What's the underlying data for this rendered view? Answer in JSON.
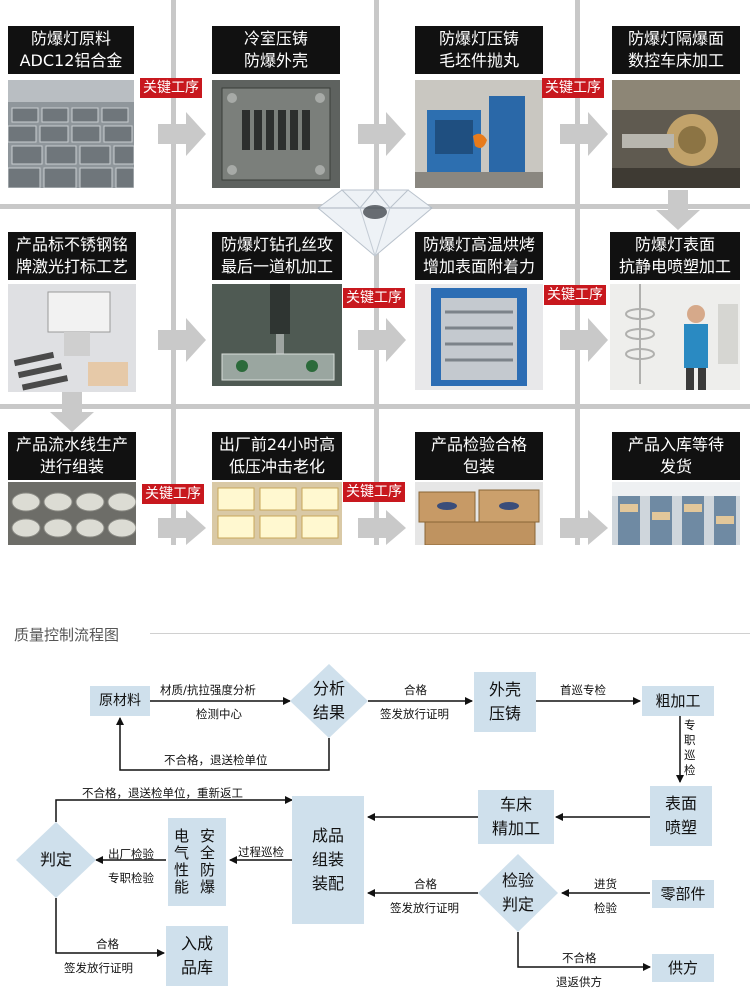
{
  "process": {
    "key_label": "关键工序",
    "steps": [
      {
        "title": "防爆灯原料\nADC12铝合金"
      },
      {
        "title": "冷室压铸\n防爆外壳"
      },
      {
        "title": "防爆灯压铸\n毛坯件抛丸"
      },
      {
        "title": "防爆灯隔爆面\n数控车床加工"
      },
      {
        "title": "产品标不锈钢铭\n牌激光打标工艺"
      },
      {
        "title": "防爆灯钻孔丝攻\n最后一道机加工"
      },
      {
        "title": "防爆灯高温烘烤\n增加表面附着力"
      },
      {
        "title": "防爆灯表面\n抗静电喷塑加工"
      },
      {
        "title": "产品流水线生产\n进行组装"
      },
      {
        "title": "出厂前24小时高\n低压冲击老化"
      },
      {
        "title": "产品检验合格\n包装"
      },
      {
        "title": "产品入库等待\n发货"
      }
    ]
  },
  "qc": {
    "title": "质量控制流程图",
    "nodes": {
      "raw": "原材料",
      "analysis": "分析\n结果",
      "shell": "外壳\n压铸",
      "rough": "粗加工",
      "spray": "表面\n喷塑",
      "lathe": "车床\n精加工",
      "assembly": "成品\n组装\n装配",
      "inspect": "检验\n判定",
      "parts": "零部件",
      "supplier": "供方",
      "judge": "判定",
      "warehouse": "入成\n品库",
      "elec": "电\n气\n性\n能",
      "safety": "安\n全\n防\n爆"
    },
    "labels": {
      "material_top": "材质/抗拉强度分析",
      "material_bottom": "检测中心",
      "pass1_top": "合格",
      "pass1_bottom": "签发放行证明",
      "patrol": "首巡专检",
      "special_v": "专\n职\n巡\n检",
      "fail1": "不合格，退送检单位",
      "fail2": "不合格，退送检单位，重新返工",
      "process_patrol": "过程巡检",
      "factory_check": "出厂检验",
      "special_check": "专职检验",
      "pass2_top": "合格",
      "pass2_bottom": "签发放行证明",
      "incoming_top": "进货",
      "incoming_bottom": "检验",
      "fail3_top": "不合格",
      "fail3_bottom": "退返供方",
      "pass3_top": "合格",
      "pass3_bottom": "签发放行证明"
    }
  }
}
